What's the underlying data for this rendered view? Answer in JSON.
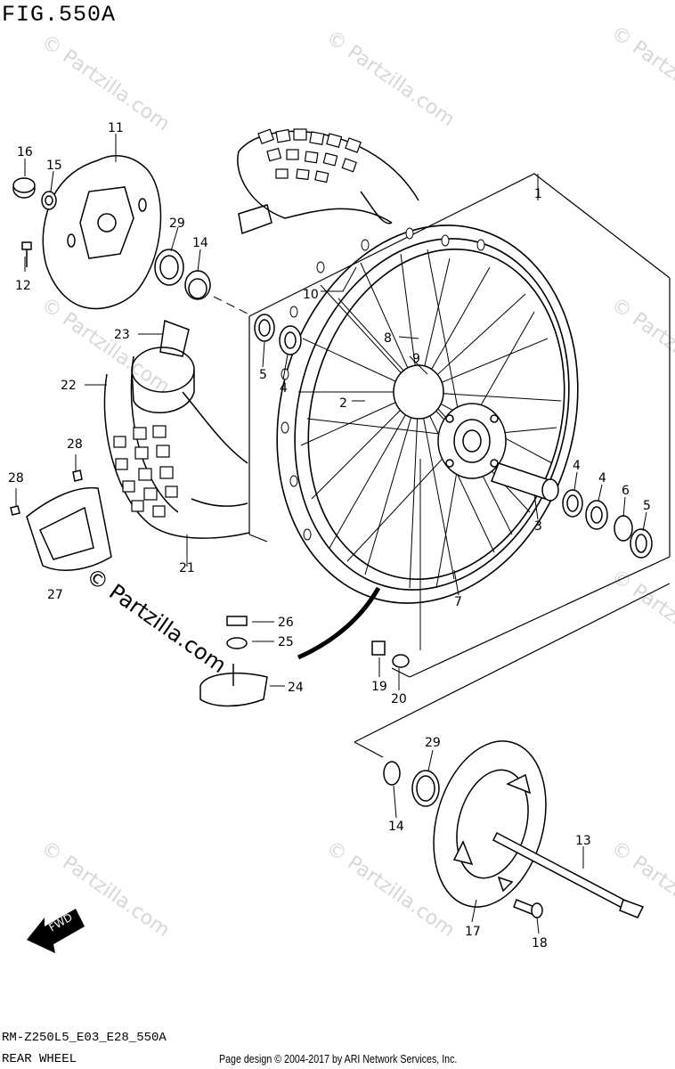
{
  "figure": {
    "title": "FIG.550A"
  },
  "footer": {
    "model_code": "RM-Z250L5_E03_E28_550A",
    "section_name": "REAR WHEEL",
    "copyright": "Page design © 2004-2017 by ARI Network Services, Inc."
  },
  "watermark": {
    "text": "© Partzilla.com",
    "main_text": "© Partzilla.com"
  },
  "fwd_label": "FWD",
  "callouts": {
    "c1": "1",
    "c2": "2",
    "c3": "3",
    "c4a": "4",
    "c4b": "4",
    "c4c": "4",
    "c5a": "5",
    "c5b": "5",
    "c6": "6",
    "c7": "7",
    "c8": "8",
    "c9": "9",
    "c10": "10",
    "c11": "11",
    "c12": "12",
    "c13": "13",
    "c14a": "14",
    "c14b": "14",
    "c15": "15",
    "c16": "16",
    "c17": "17",
    "c18": "18",
    "c19": "19",
    "c20": "20",
    "c21": "21",
    "c22": "22",
    "c23": "23",
    "c24": "24",
    "c25": "25",
    "c26": "26",
    "c27": "27",
    "c28a": "28",
    "c28b": "28",
    "c29a": "29",
    "c29b": "29"
  }
}
